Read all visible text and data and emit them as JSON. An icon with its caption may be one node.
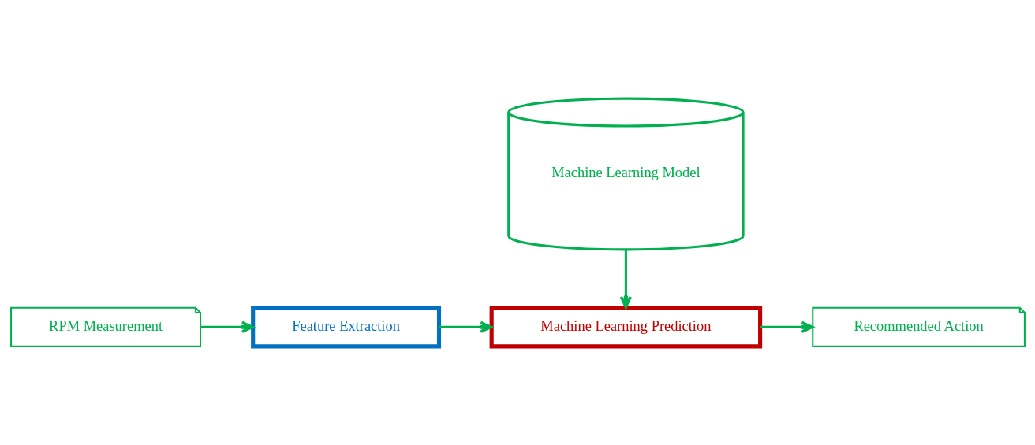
{
  "diagram": {
    "nodes": [
      {
        "text": [
          "RPM Measurement"
        ]
      },
      {
        "text": [
          "Feature Extraction"
        ]
      },
      {
        "text": [
          "Machine Learning Model"
        ]
      },
      {
        "text": [
          "Machine Learning Prediction"
        ]
      },
      {
        "text": [
          "Recommended Action"
        ]
      }
    ],
    "edges": [
      {
        "from": 0,
        "to": 1,
        "arrow": "to"
      },
      {
        "from": 1,
        "to": 3,
        "arrow": "to"
      },
      {
        "from": 2,
        "to": 3,
        "arrow": "to"
      },
      {
        "from": 3,
        "to": 4,
        "arrow": "to"
      }
    ]
  }
}
